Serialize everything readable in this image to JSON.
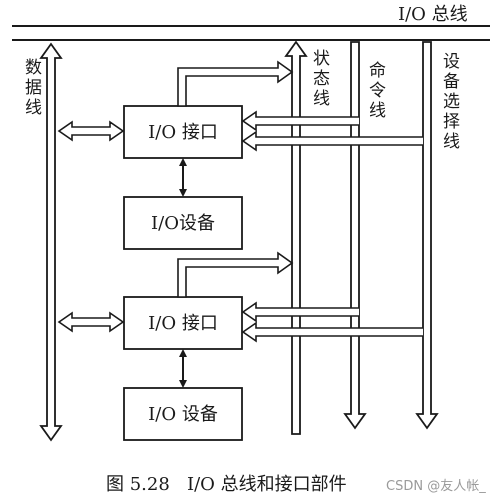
{
  "bus": {
    "title": "I/O 总线"
  },
  "data_line": {
    "label": "数据线"
  },
  "status_line": {
    "label": "状态线"
  },
  "command_line": {
    "label": "命令线"
  },
  "device_select_line": {
    "label": "设备选择线"
  },
  "interfaces": [
    {
      "interface_label": "I/O 接口",
      "device_label": "I/O设备"
    },
    {
      "interface_label": "I/O 接口",
      "device_label": "I/O 设备"
    }
  ],
  "caption": "图 5.28   I/O 总线和接口部件",
  "watermark": "CSDN @友人帐_"
}
